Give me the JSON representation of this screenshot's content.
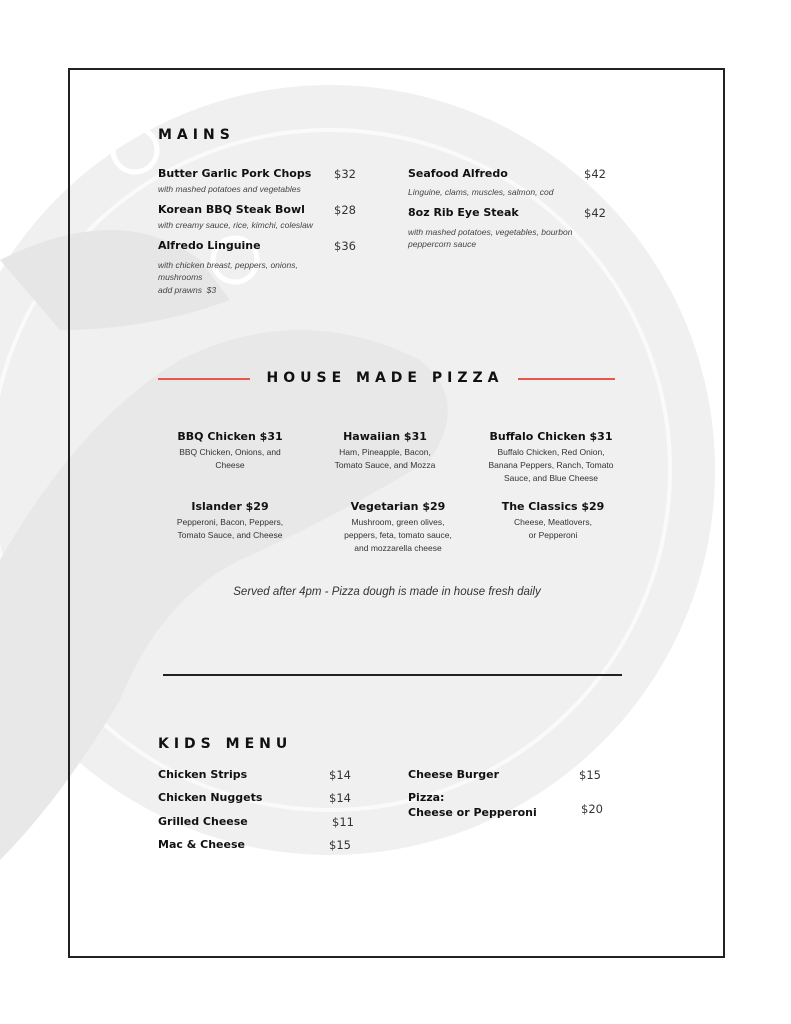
{
  "mains": {
    "title": "MAINS",
    "left": [
      {
        "name": "Butter Garlic Pork Chops",
        "price": "$32",
        "desc": "with mashed potatoes and vegetables"
      },
      {
        "name": "Korean BBQ Steak Bowl",
        "price": "$28",
        "desc": "with creamy sauce, rice, kimchi, coleslaw"
      },
      {
        "name": "Alfredo Linguine",
        "price": "$36",
        "desc": "with chicken breast, peppers, onions,",
        "desc2": "mushrooms",
        "extra": "add prawns  $3"
      }
    ],
    "right": [
      {
        "name": "Seafood Alfredo",
        "price": "$42",
        "desc": "Linguine, clams, muscles, salmon, cod"
      },
      {
        "name": "8oz Rib Eye Steak",
        "price": "$42",
        "desc": "with mashed potatoes, vegetables, bourbon",
        "desc2": "peppercorn sauce"
      }
    ]
  },
  "pizza": {
    "title": "HOUSE MADE PIZZA",
    "items": [
      {
        "name": "BBQ Chicken  $31",
        "l1": "BBQ Chicken, Onions, and",
        "l2": "Cheese",
        "l3": ""
      },
      {
        "name": "Hawaiian  $31",
        "l1": "Ham, Pineapple, Bacon,",
        "l2": "Tomato Sauce, and Mozza",
        "l3": ""
      },
      {
        "name": "Buffalo Chicken  $31",
        "l1": "Buffalo Chicken, Red Onion,",
        "l2": "Banana Peppers, Ranch, Tomato",
        "l3": "Sauce, and Blue Cheese"
      },
      {
        "name": "Islander  $29",
        "l1": "Pepperoni, Bacon, Peppers,",
        "l2": "Tomato Sauce, and Cheese",
        "l3": ""
      },
      {
        "name": "Vegetarian  $29",
        "l1": "Mushroom, green olives,",
        "l2": "peppers, feta, tomato sauce,",
        "l3": "and mozzarella cheese"
      },
      {
        "name": "The Classics  $29",
        "l1": "Cheese, Meatlovers,",
        "l2": "or Pepperoni",
        "l3": ""
      }
    ],
    "note": "Served after 4pm - Pizza dough is made in house fresh daily"
  },
  "kids": {
    "title": "KIDS MENU",
    "left": [
      {
        "name": "Chicken Strips",
        "price": "$14"
      },
      {
        "name": "Chicken Nuggets",
        "price": "$14"
      },
      {
        "name": "Grilled Cheese",
        "price": "$11"
      },
      {
        "name": "Mac & Cheese",
        "price": "$15"
      }
    ],
    "right": [
      {
        "name": "Cheese Burger",
        "price": "$15"
      },
      {
        "name": "Pizza:",
        "name2": "Cheese or Pepperoni",
        "price": "$20"
      }
    ]
  },
  "colors": {
    "accent": "#e8574f"
  }
}
